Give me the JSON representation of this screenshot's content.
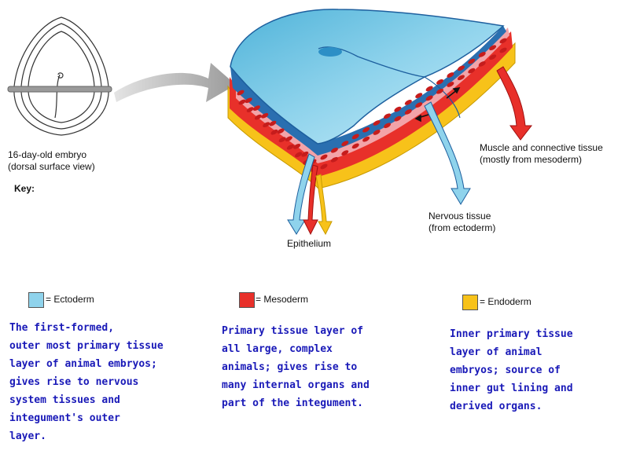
{
  "embryo": {
    "caption_line1": "16-day-old embryo",
    "caption_line2": "(dorsal surface view)"
  },
  "labels": {
    "muscle_line1": "Muscle and connective tissue",
    "muscle_line2": "(mostly from mesoderm)",
    "nervous_line1": "Nervous tissue",
    "nervous_line2": "(from ectoderm)",
    "epithelium": "Epithelium"
  },
  "key": {
    "title": "Key:",
    "items": [
      {
        "label": "= Ectoderm",
        "color": "#8fd3ec",
        "description": "The first-formed,\nouter most primary tissue\nlayer of animal embryos;\ngives rise to nervous\nsystem tissues and\nintegument's outer\nlayer."
      },
      {
        "label": "= Mesoderm",
        "color": "#e8302a",
        "description": "Primary tissue layer of\nall large, complex\nanimals; gives rise to\nmany internal organs and\npart of the integument."
      },
      {
        "label": "= Endoderm",
        "color": "#f7c21a",
        "description": "Inner primary tissue\nlayer of animal\nembryos; source of\ninner gut lining and\nderived organs."
      }
    ]
  },
  "colors": {
    "ectoderm": "#8fd3ec",
    "ectoderm_dark": "#2a6fb0",
    "mesoderm": "#e8302a",
    "mesoderm_pink": "#f3a3a8",
    "endoderm": "#f7c21a",
    "description_text": "#1a1ab8",
    "arrow_gray": "#a9a9a9"
  }
}
